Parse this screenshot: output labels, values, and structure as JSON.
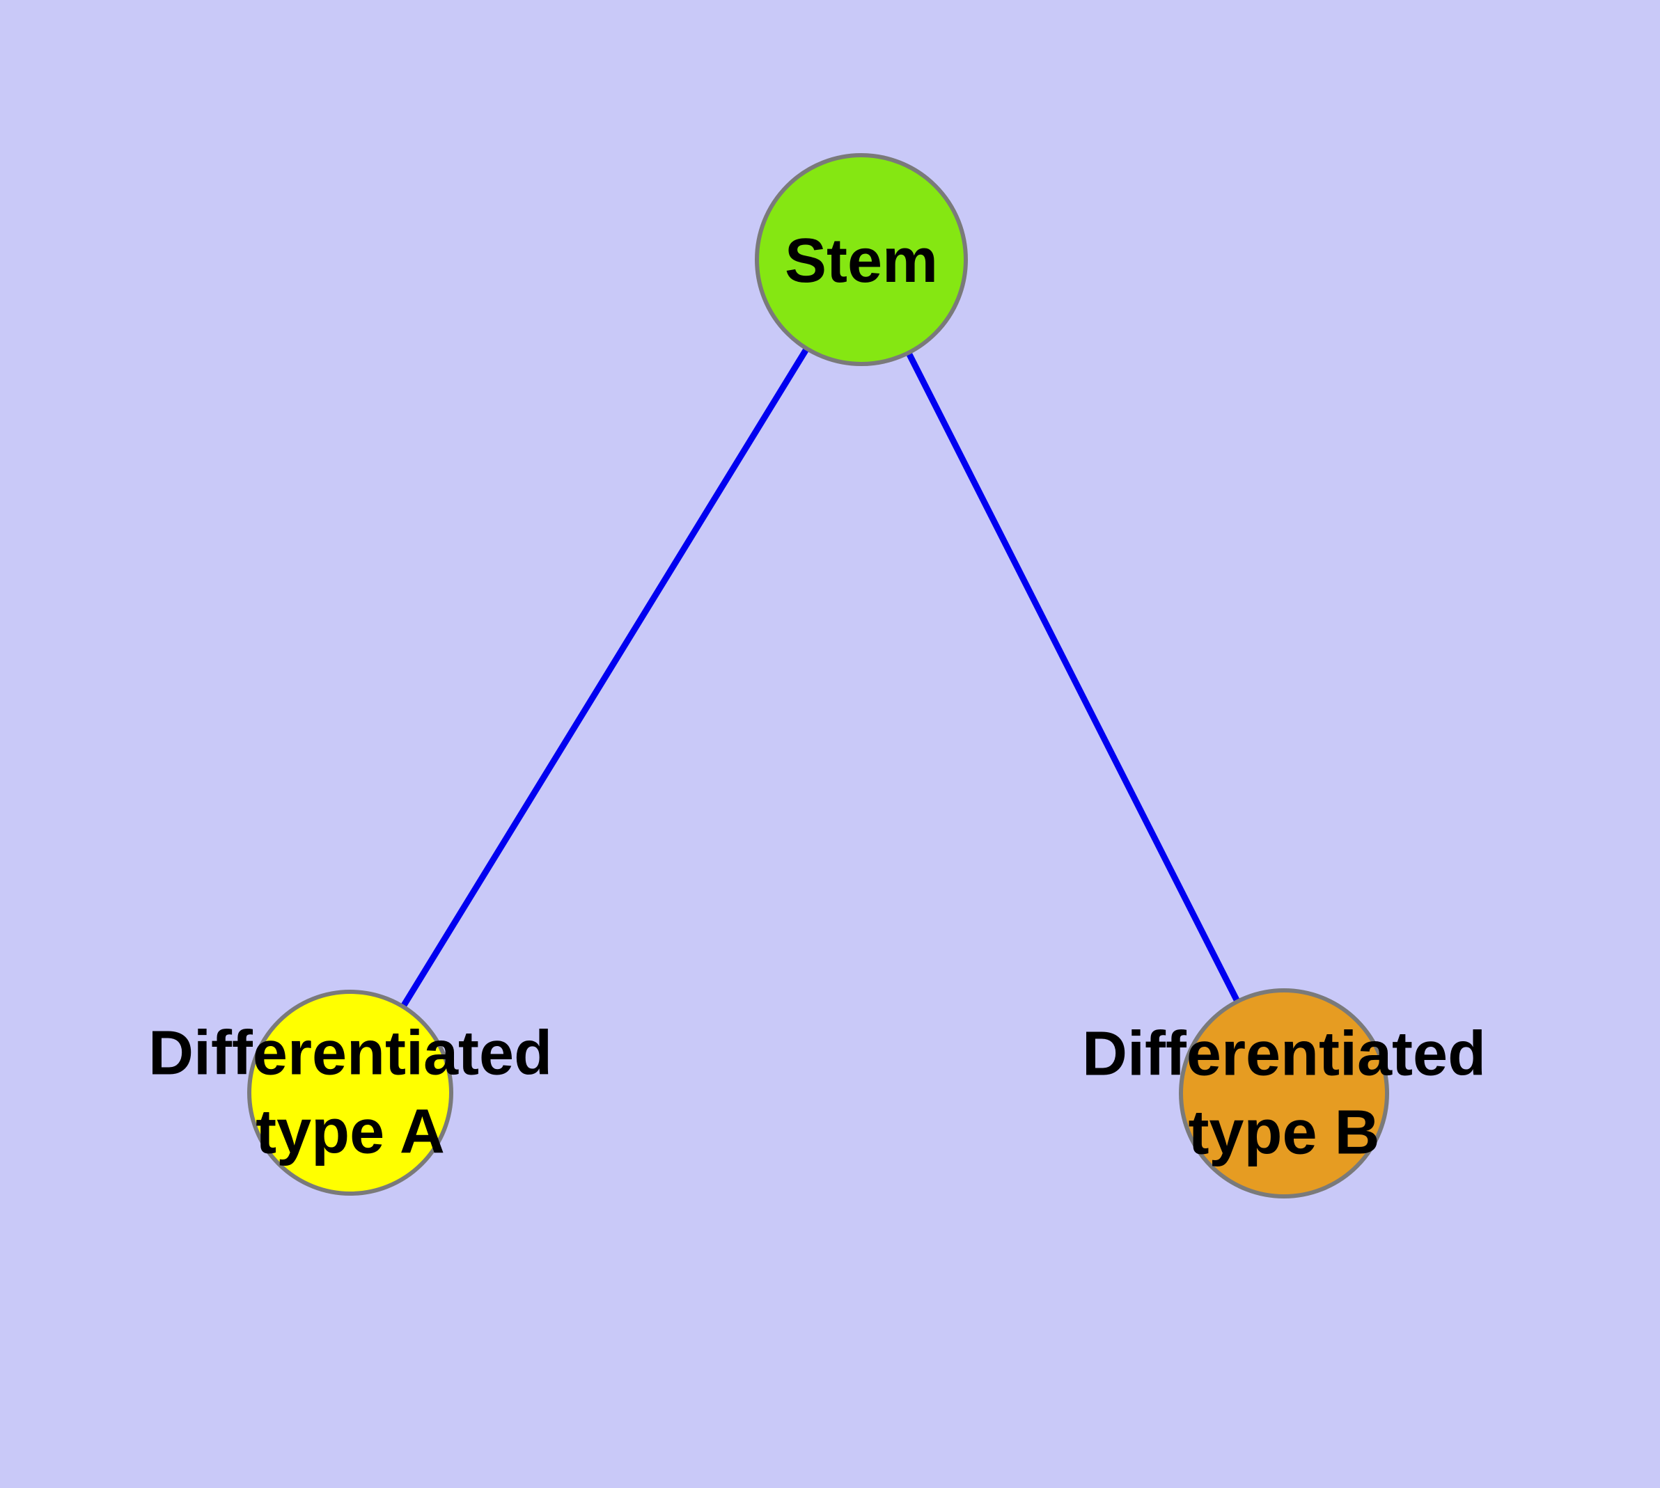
{
  "diagram": {
    "type": "node-link-graph",
    "background_color": "#c9c9f8",
    "edge_color": "#0000f0",
    "node_border_color": "#7a7a7a",
    "text_color": "#000000",
    "nodes": [
      {
        "id": "stem",
        "label": "Stem",
        "fill_color": "#85e712"
      },
      {
        "id": "type-a",
        "label": "Differentiated\ntype A",
        "fill_color": "#ffff00"
      },
      {
        "id": "type-b",
        "label": "Differentiated\ntype B",
        "fill_color": "#e69c22"
      }
    ],
    "edges": [
      {
        "from": "stem",
        "to": "type-a"
      },
      {
        "from": "stem",
        "to": "type-b"
      }
    ]
  }
}
